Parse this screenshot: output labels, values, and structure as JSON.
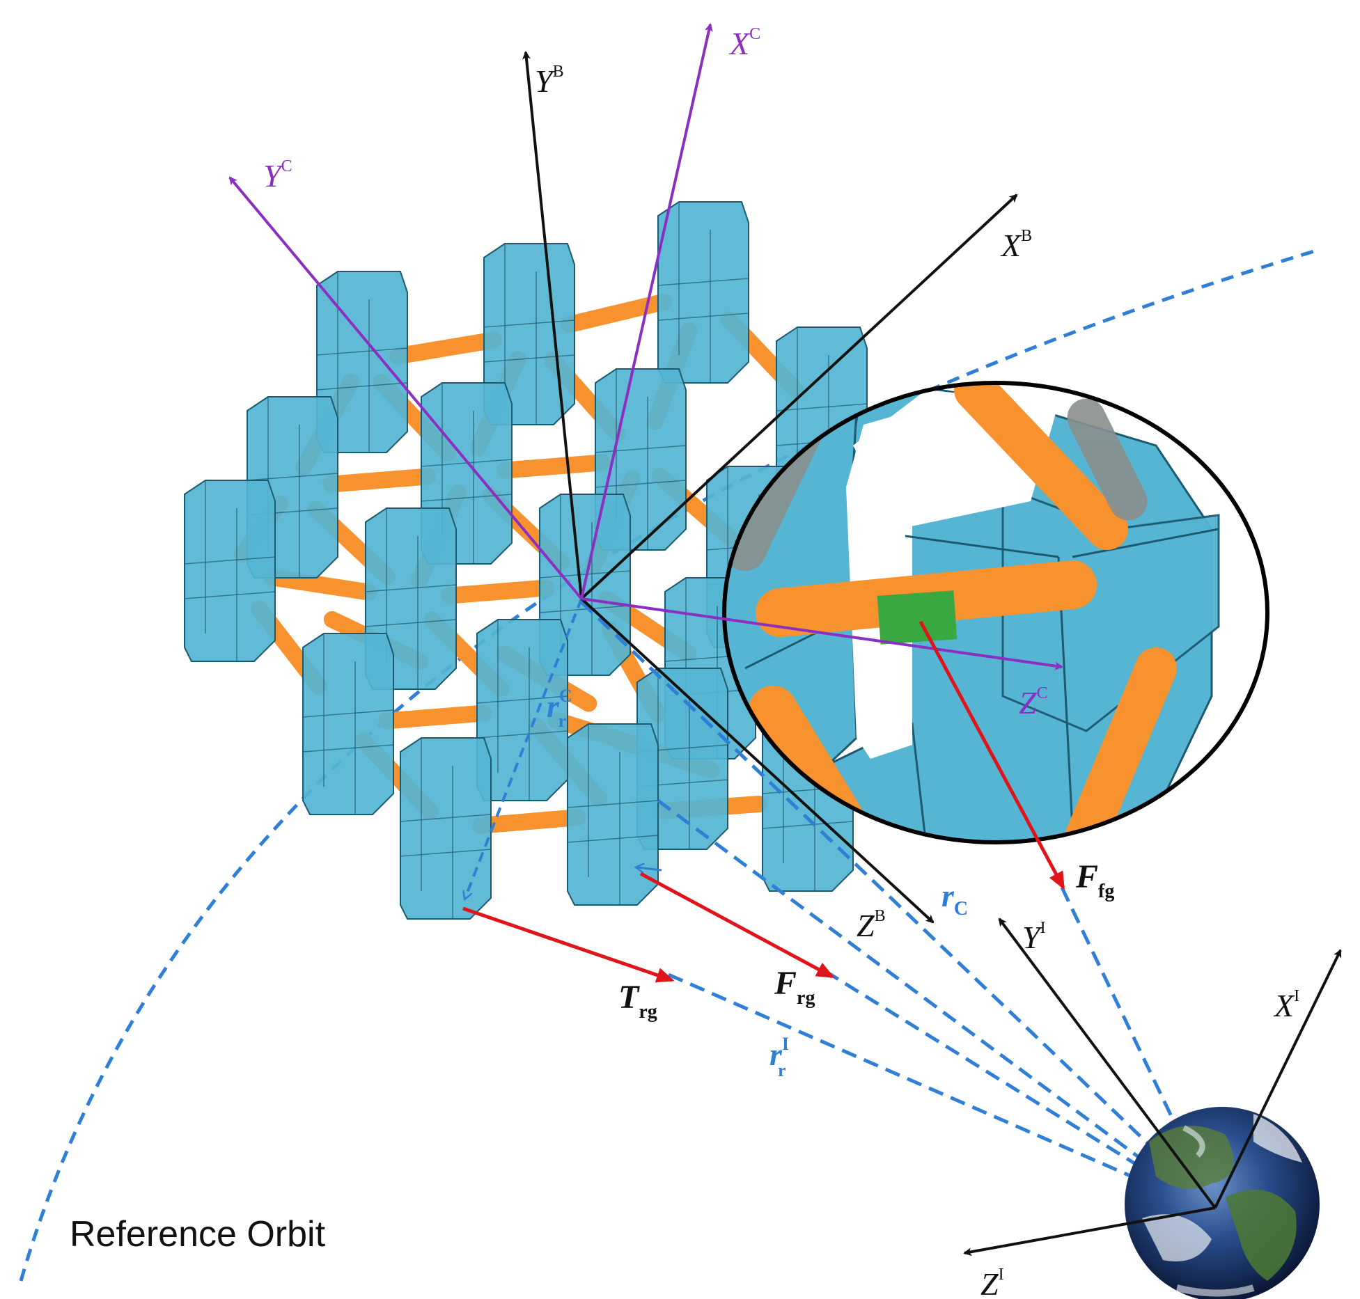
{
  "caption": "Reference Orbit",
  "colors": {
    "module_fill": "#55b5d2",
    "module_edge": "#1d5a70",
    "link": "#f7922e",
    "link_inner": "#8a8f8d",
    "sensor": "#3aa840",
    "body_axis": "#111111",
    "cluster_axis": "#8a2fc2",
    "force": "#e0141b",
    "position": "#2f7fd6"
  },
  "axes": {
    "yb": {
      "base": "Y",
      "sup": "B"
    },
    "xb": {
      "base": "X",
      "sup": "B"
    },
    "zb": {
      "base": "Z",
      "sup": "B"
    },
    "yc": {
      "base": "Y",
      "sup": "C"
    },
    "xc": {
      "base": "X",
      "sup": "C"
    },
    "zc": {
      "base": "Z",
      "sup": "C"
    },
    "yi": {
      "base": "Y",
      "sup": "I"
    },
    "xi": {
      "base": "X",
      "sup": "I"
    },
    "zi": {
      "base": "Z",
      "sup": "I"
    }
  },
  "vectors": {
    "rrc": {
      "base": "r",
      "sub": "r",
      "sup": "C"
    },
    "rc": {
      "base": "r",
      "sub": "C"
    },
    "rri": {
      "base": "r",
      "sub": "r",
      "sup": "I"
    },
    "trg": {
      "base": "T",
      "sub": "rg"
    },
    "frg": {
      "base": "F",
      "sub": "rg"
    },
    "ffg": {
      "base": "F",
      "sub": "fg"
    }
  },
  "icons": {
    "earth": "earth-globe-icon",
    "magnifier": "zoom-inset-circle"
  }
}
